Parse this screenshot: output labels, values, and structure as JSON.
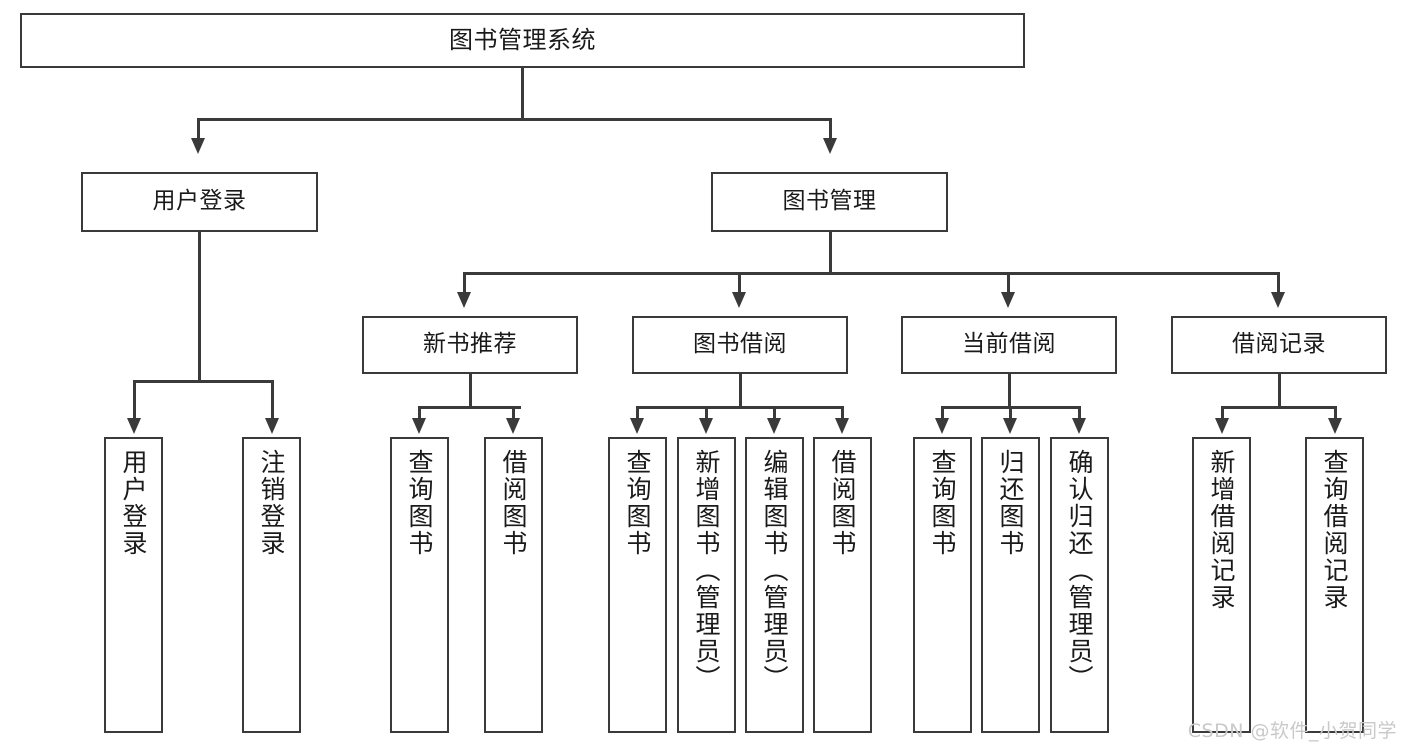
{
  "diagram": {
    "title": "图书管理系统",
    "type": "tree-hierarchy-diagram",
    "root": {
      "label": "图书管理系统"
    },
    "level2": [
      {
        "label": "用户登录"
      },
      {
        "label": "图书管理"
      }
    ],
    "level3": [
      {
        "label": "新书推荐"
      },
      {
        "label": "图书借阅"
      },
      {
        "label": "当前借阅"
      },
      {
        "label": "借阅记录"
      }
    ],
    "leaves": {
      "user_login": [
        {
          "label": "用户登录"
        },
        {
          "label": "注销登录"
        }
      ],
      "new_book_recommend": [
        {
          "label": "查询图书"
        },
        {
          "label": "借阅图书"
        }
      ],
      "book_borrow": [
        {
          "label": "查询图书"
        },
        {
          "label": "新增图书（管理员）"
        },
        {
          "label": "编辑图书（管理员）"
        },
        {
          "label": "借阅图书"
        }
      ],
      "current_borrow": [
        {
          "label": "查询图书"
        },
        {
          "label": "归还图书"
        },
        {
          "label": "确认归还（管理员）"
        }
      ],
      "borrow_record": [
        {
          "label": "新增借阅记录"
        },
        {
          "label": "查询借阅记录"
        }
      ]
    }
  },
  "watermark": {
    "text": "CSDN @软件_小贺同学"
  },
  "colors": {
    "stroke": "#3a3a3a",
    "background": "#ffffff",
    "text": "#1a1a1a",
    "watermark": "#c9c9c9"
  }
}
